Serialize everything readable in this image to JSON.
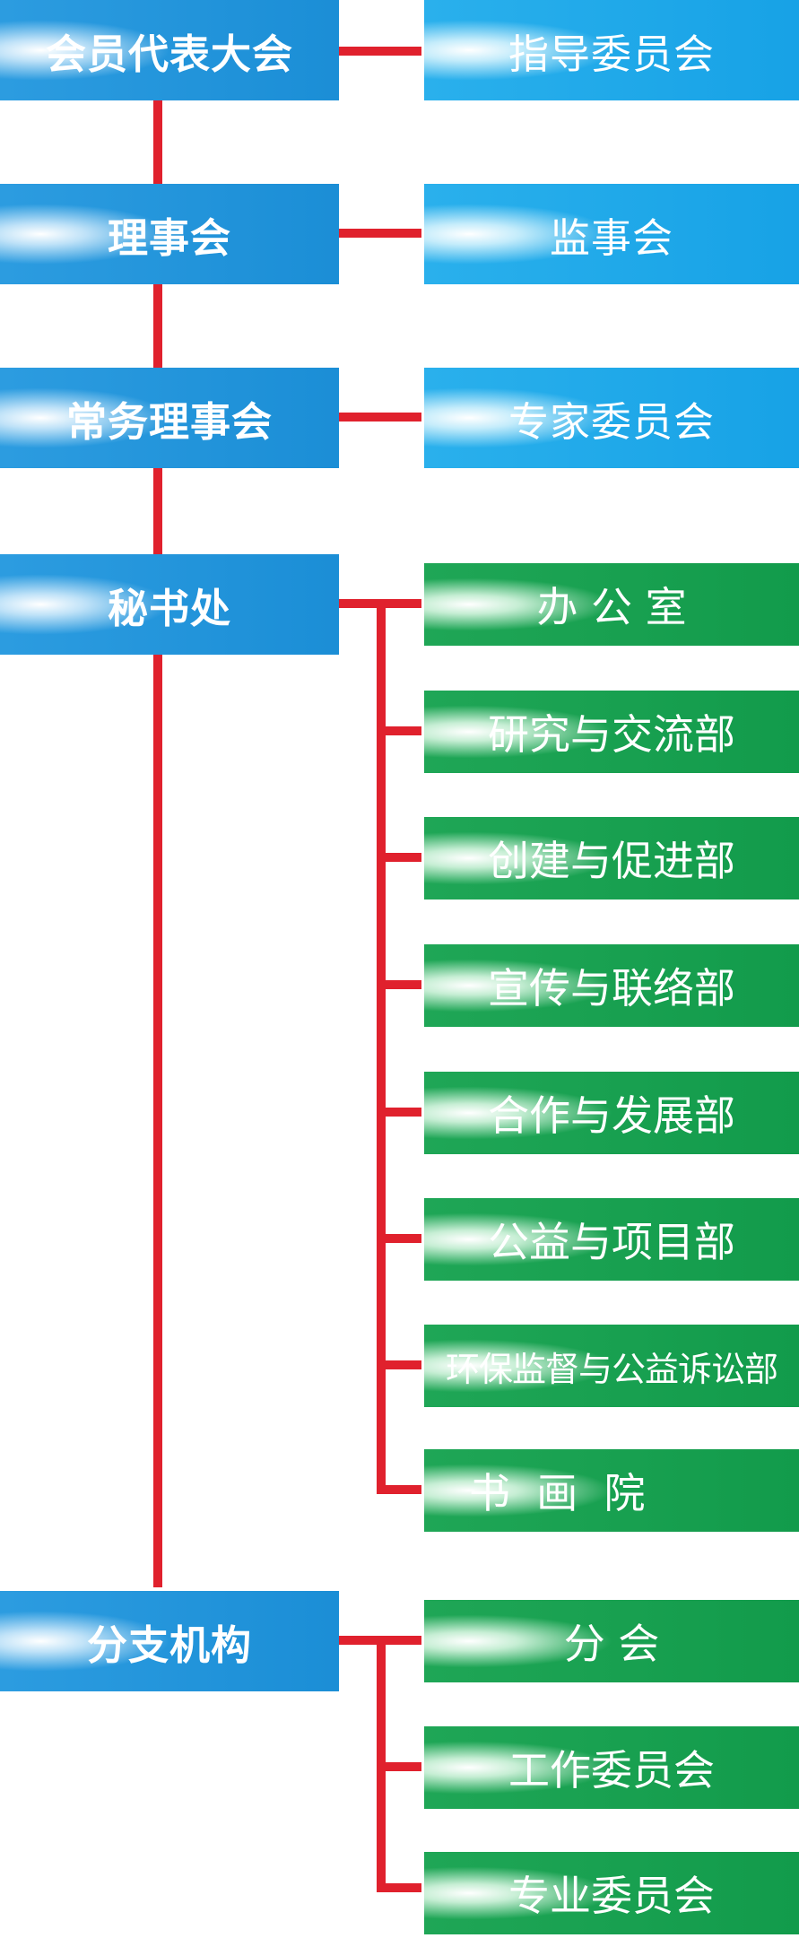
{
  "colors": {
    "line": "#e0212d",
    "left_box": "#1b8ed6",
    "right_box": "#17a2e6",
    "dept_box": "#129b4b",
    "text": "#ffffff"
  },
  "left_column": {
    "general_assembly": "会员代表大会",
    "council": "理事会",
    "standing_council": "常务理事会",
    "secretariat": "秘书处",
    "branches": "分支机构"
  },
  "right_column": {
    "guidance_committee": "指导委员会",
    "supervisory_board": "监事会",
    "expert_committee": "专家委员会"
  },
  "secretariat_departments": [
    "办 公 室",
    "研究与交流部",
    "创建与促进部",
    "宣传与联络部",
    "合作与发展部",
    "公益与项目部",
    "环保监督与公益诉讼部",
    "书  画  院"
  ],
  "branch_units": [
    "分 会",
    "工作委员会",
    "专业委员会"
  ]
}
